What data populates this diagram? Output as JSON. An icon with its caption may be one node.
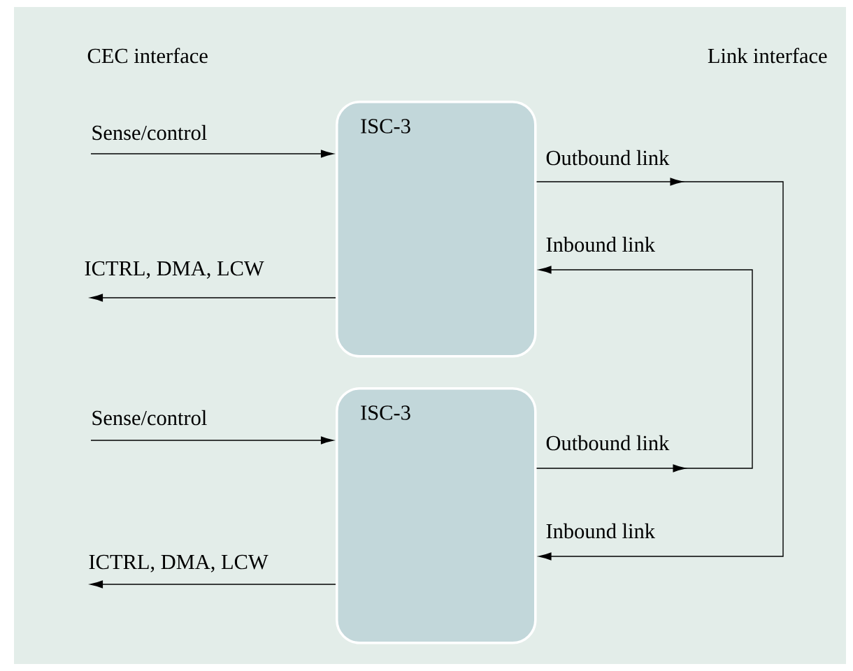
{
  "diagram": {
    "nodes": [
      {
        "text": [
          "ISC-3"
        ]
      },
      {
        "text": [
          "ISC-3"
        ]
      }
    ],
    "edges": [
      {
        "from": null,
        "to": 0,
        "arrow": "to",
        "label": "Sense/control"
      },
      {
        "from": 0,
        "to": null,
        "arrow": "to",
        "label": "ICTRL, DMA, LCW"
      },
      {
        "from": null,
        "to": 1,
        "arrow": "to",
        "label": "Sense/control"
      },
      {
        "from": 1,
        "to": null,
        "arrow": "to",
        "label": "ICTRL, DMA, LCW"
      },
      {
        "from": 0,
        "to": 1,
        "arrow": "to"
      },
      {
        "from": 1,
        "to": 0,
        "arrow": "to"
      }
    ],
    "labels": [
      "CEC interface",
      "Link interface",
      "Outbound link",
      "Inbound link",
      "Outbound link",
      "Inbound link"
    ]
  }
}
